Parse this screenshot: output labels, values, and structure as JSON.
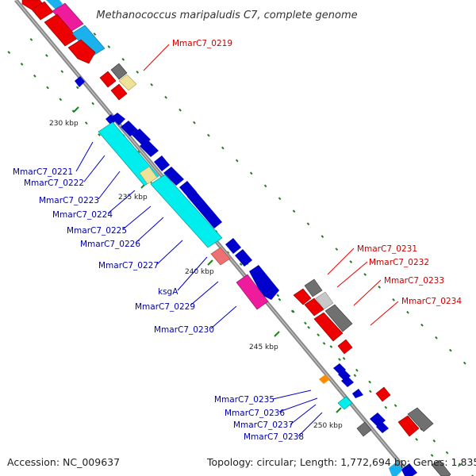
{
  "map": {
    "title": "Methanococcus maripaludis C7, complete genome",
    "scale_ticks": [
      "230 kbp",
      "235 kbp",
      "240 kbp",
      "245 kbp",
      "250 kbp"
    ]
  },
  "genes": {
    "right_labels": [
      "MmarC7_0219",
      "MmarC7_0231",
      "MmarC7_0232",
      "MmarC7_0233",
      "MmarC7_0234"
    ],
    "left_labels": [
      "MmarC7_0221",
      "MmarC7_0222",
      "MmarC7_0223",
      "MmarC7_0224",
      "MmarC7_0225",
      "MmarC7_0226",
      "MmarC7_0227",
      "ksgA",
      "MmarC7_0229",
      "MmarC7_0230",
      "MmarC7_0235",
      "MmarC7_0236",
      "MmarC7_0237",
      "MmarC7_0238"
    ]
  },
  "colors": {
    "red": "#ee0000",
    "blue": "#0000cc",
    "cyan": "#00eeee",
    "magenta": "#ee1c9c",
    "sky": "#1ab2ee",
    "gray": "#707070",
    "khaki": "#eee29a",
    "salmon": "#ee7070",
    "orange": "#ff8c00",
    "gc_dots": "#1f7f1f",
    "backbone": "#888888"
  },
  "footer": {
    "accession": "Accession: NC_009637",
    "info": "Topology: circular; Length: 1,772,694 bp; Genes: 1,835"
  }
}
